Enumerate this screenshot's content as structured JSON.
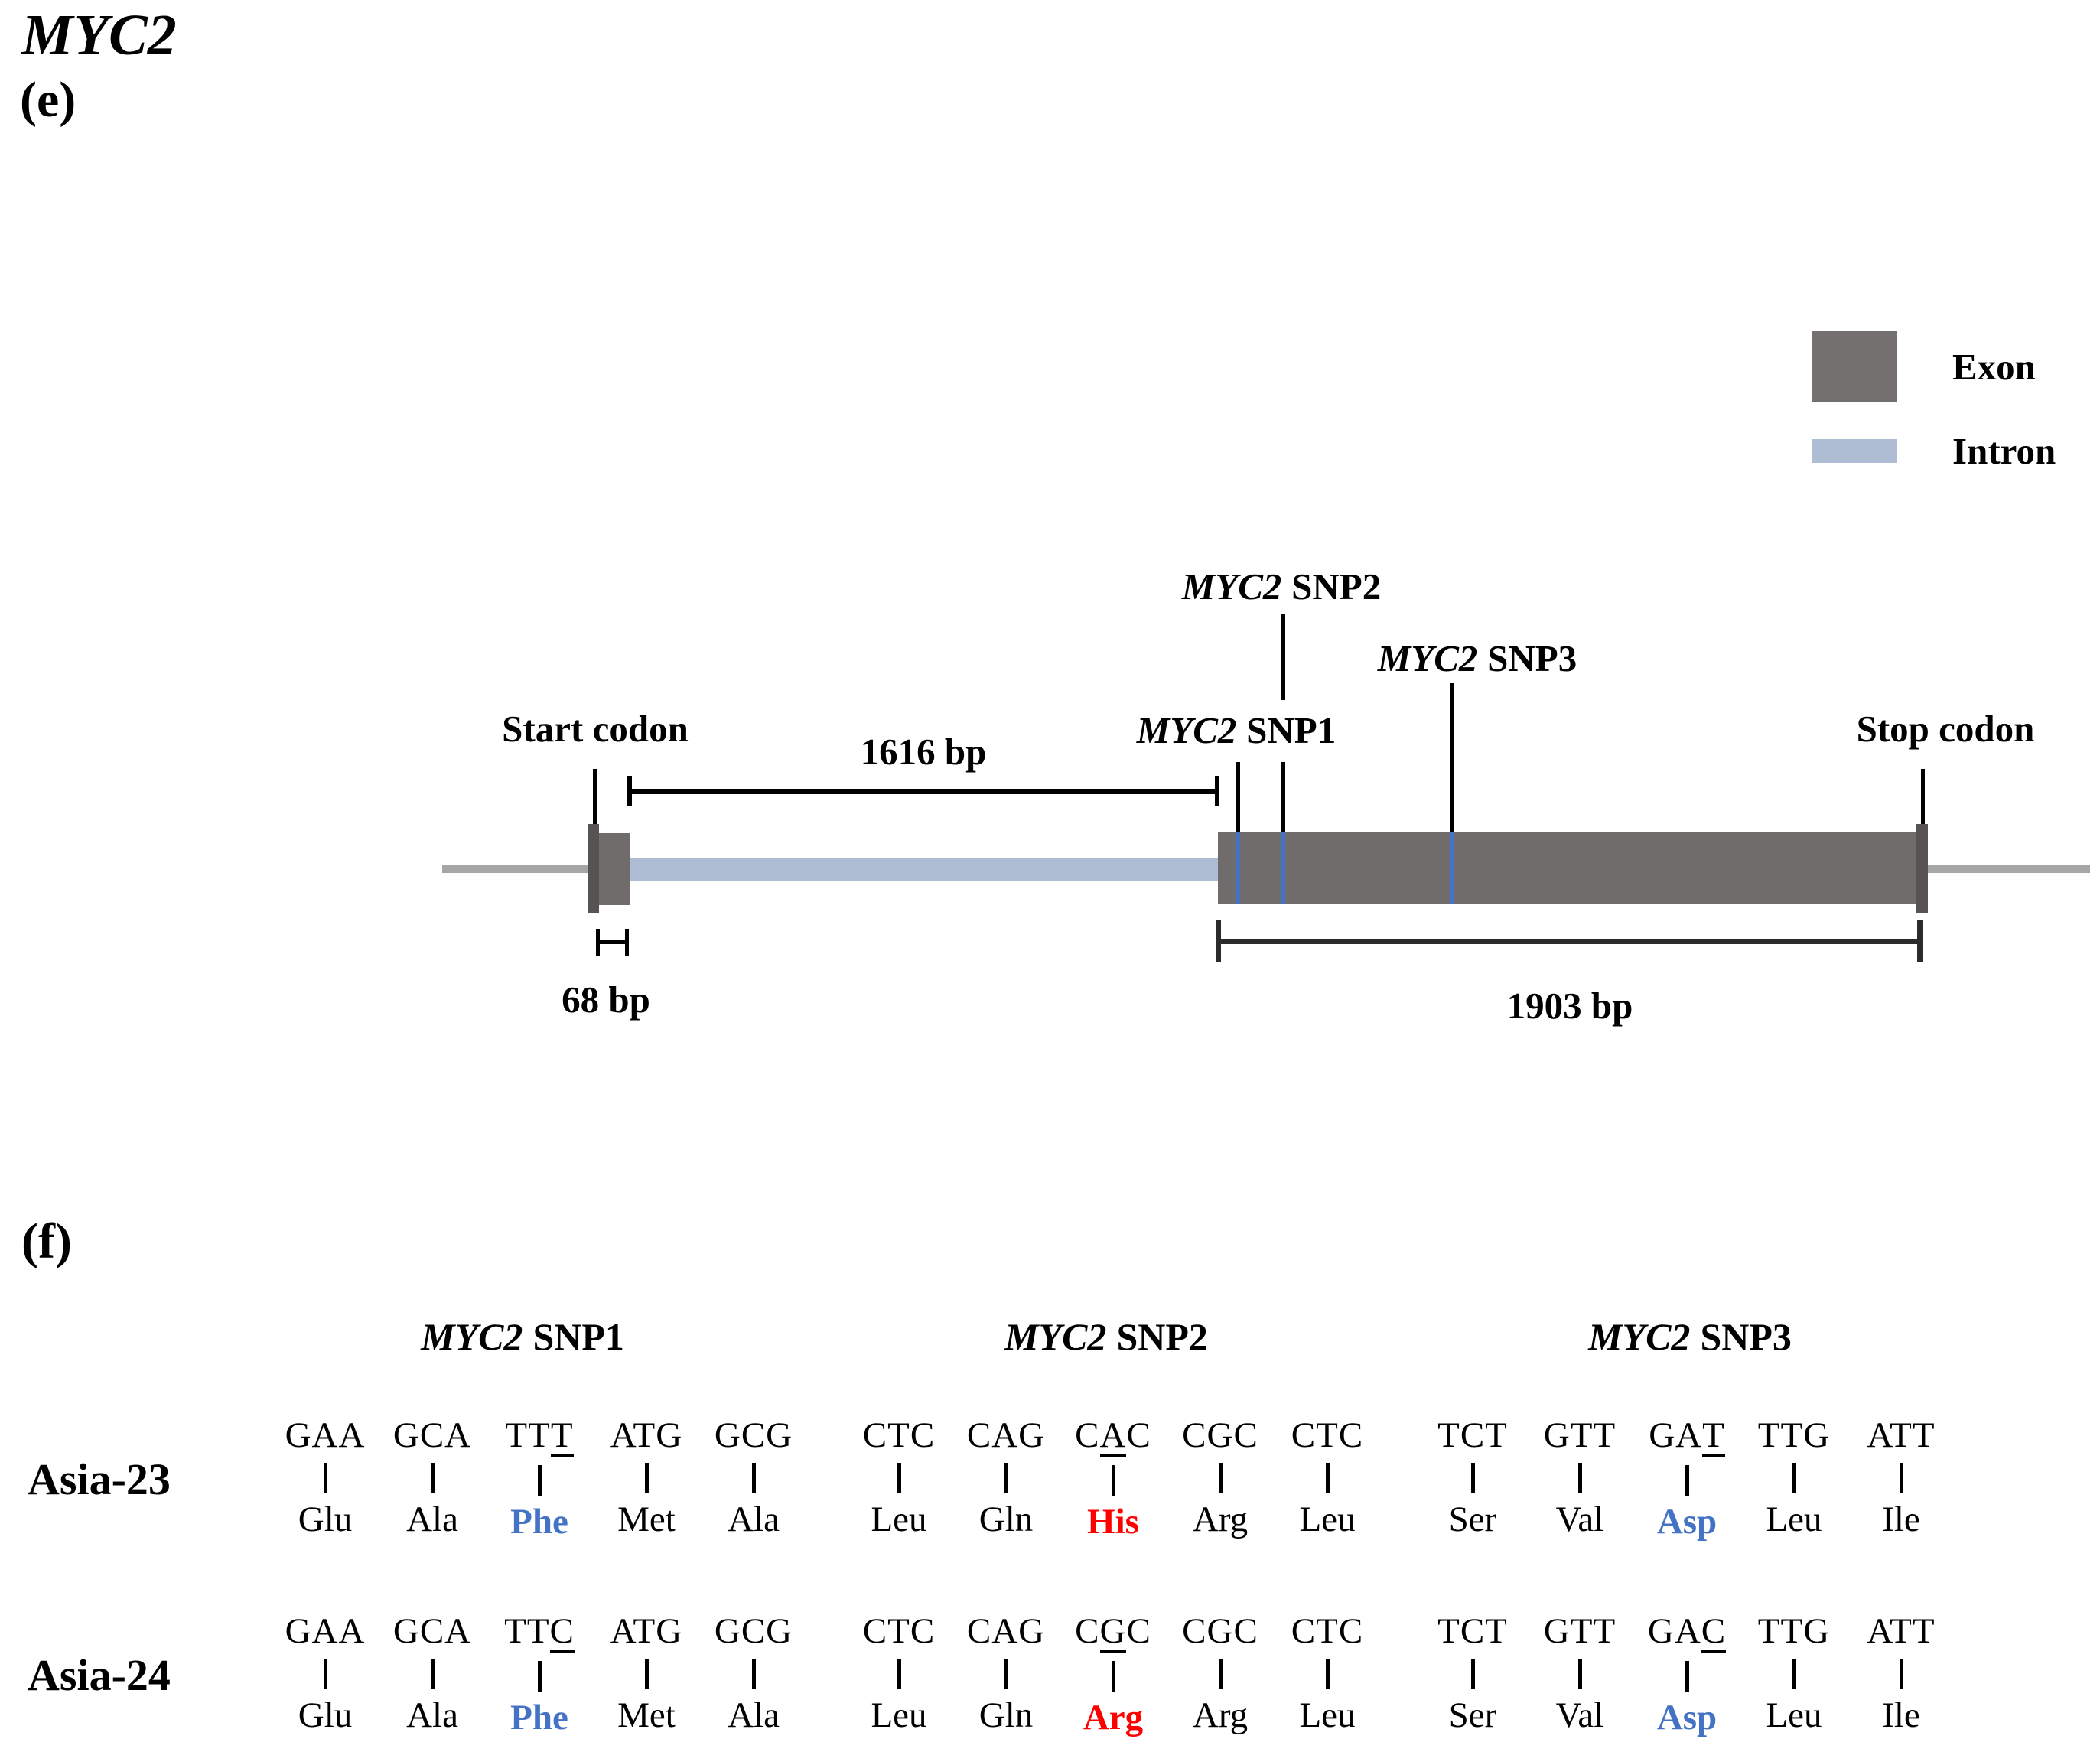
{
  "panel_e": {
    "gene_title": "MYC2",
    "panel_label": "(e)",
    "legend": {
      "exon_label": "Exon",
      "intron_label": "Intron",
      "exon_color": "#757070",
      "intron_color": "#aebdd4"
    },
    "labels": {
      "start_codon": "Start codon",
      "stop_codon": "Stop codon"
    },
    "snp_labels": {
      "snp1": {
        "gene": "MYC2",
        "name": "SNP1"
      },
      "snp2": {
        "gene": "MYC2",
        "name": "SNP2"
      },
      "snp3": {
        "gene": "MYC2",
        "name": "SNP3"
      }
    },
    "measurements": {
      "intron_length": "1616 bp",
      "exon1_length": "68 bp",
      "exon2_length": "1903 bp"
    },
    "colors": {
      "exon_fill": "#716c6c",
      "codon_marker": "#585353",
      "intron_fill": "#aebdd4",
      "baseline": "#a6a6a6",
      "snp_line": "#4472c4"
    }
  },
  "panel_f": {
    "panel_label": "(f)",
    "headers": [
      {
        "gene": "MYC2",
        "name": "SNP1"
      },
      {
        "gene": "MYC2",
        "name": "SNP2"
      },
      {
        "gene": "MYC2",
        "name": "SNP3"
      }
    ],
    "aa_colors": {
      "blue": "#4472c4",
      "red": "#ff0000"
    },
    "rows": [
      {
        "label": "Asia-23",
        "groups": [
          {
            "columns": [
              {
                "codon": "GAA",
                "aa": "Glu"
              },
              {
                "codon": "GCA",
                "aa": "Ala"
              },
              {
                "codon": "TTT",
                "u": 2,
                "aa": "Phe",
                "color": "blue"
              },
              {
                "codon": "ATG",
                "aa": "Met"
              },
              {
                "codon": "GCG",
                "aa": "Ala"
              }
            ]
          },
          {
            "columns": [
              {
                "codon": "CTC",
                "aa": "Leu"
              },
              {
                "codon": "CAG",
                "aa": "Gln"
              },
              {
                "codon": "CAC",
                "u": 1,
                "aa": "His",
                "color": "red"
              },
              {
                "codon": "CGC",
                "aa": "Arg"
              },
              {
                "codon": "CTC",
                "aa": "Leu"
              }
            ]
          },
          {
            "columns": [
              {
                "codon": "TCT",
                "aa": "Ser"
              },
              {
                "codon": "GTT",
                "aa": "Val"
              },
              {
                "codon": "GAT",
                "u": 2,
                "aa": "Asp",
                "color": "blue"
              },
              {
                "codon": "TTG",
                "aa": "Leu"
              },
              {
                "codon": "ATT",
                "aa": "Ile"
              }
            ]
          }
        ]
      },
      {
        "label": "Asia-24",
        "groups": [
          {
            "columns": [
              {
                "codon": "GAA",
                "aa": "Glu"
              },
              {
                "codon": "GCA",
                "aa": "Ala"
              },
              {
                "codon": "TTC",
                "u": 2,
                "aa": "Phe",
                "color": "blue"
              },
              {
                "codon": "ATG",
                "aa": "Met"
              },
              {
                "codon": "GCG",
                "aa": "Ala"
              }
            ]
          },
          {
            "columns": [
              {
                "codon": "CTC",
                "aa": "Leu"
              },
              {
                "codon": "CAG",
                "aa": "Gln"
              },
              {
                "codon": "CGC",
                "u": 1,
                "aa": "Arg",
                "color": "red"
              },
              {
                "codon": "CGC",
                "aa": "Arg"
              },
              {
                "codon": "CTC",
                "aa": "Leu"
              }
            ]
          },
          {
            "columns": [
              {
                "codon": "TCT",
                "aa": "Ser"
              },
              {
                "codon": "GTT",
                "aa": "Val"
              },
              {
                "codon": "GAC",
                "u": 2,
                "aa": "Asp",
                "color": "blue"
              },
              {
                "codon": "TTG",
                "aa": "Leu"
              },
              {
                "codon": "ATT",
                "aa": "Ile"
              }
            ]
          }
        ]
      }
    ]
  }
}
